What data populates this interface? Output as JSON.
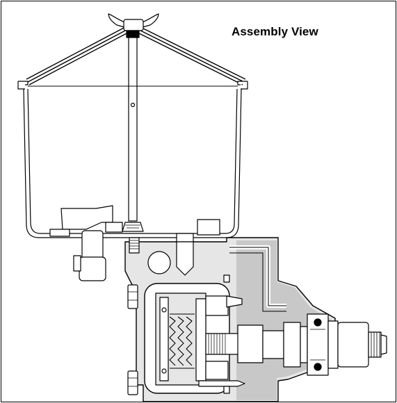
{
  "figure": {
    "title": "Assembly View"
  },
  "colors": {
    "outline": "#000000",
    "fill_white": "#ffffff",
    "fill_light_gray": "#e6e6e6",
    "fill_mid_gray": "#c8c8c8"
  },
  "parts": {
    "reservoir": "reservoir-bowl",
    "wing_nut": "wing-nut",
    "center_rod": "center-rod",
    "lid_wires": "lid-wire-frame",
    "pump_body": "pump-body",
    "inlet_fitting": "inlet-fitting",
    "pressure_valve": "pressure-valve",
    "gear_assembly": "gear-assembly",
    "springs": "springs",
    "drive_shaft": "drive-shaft",
    "bearings": "bearings",
    "output_thread": "output-thread"
  }
}
